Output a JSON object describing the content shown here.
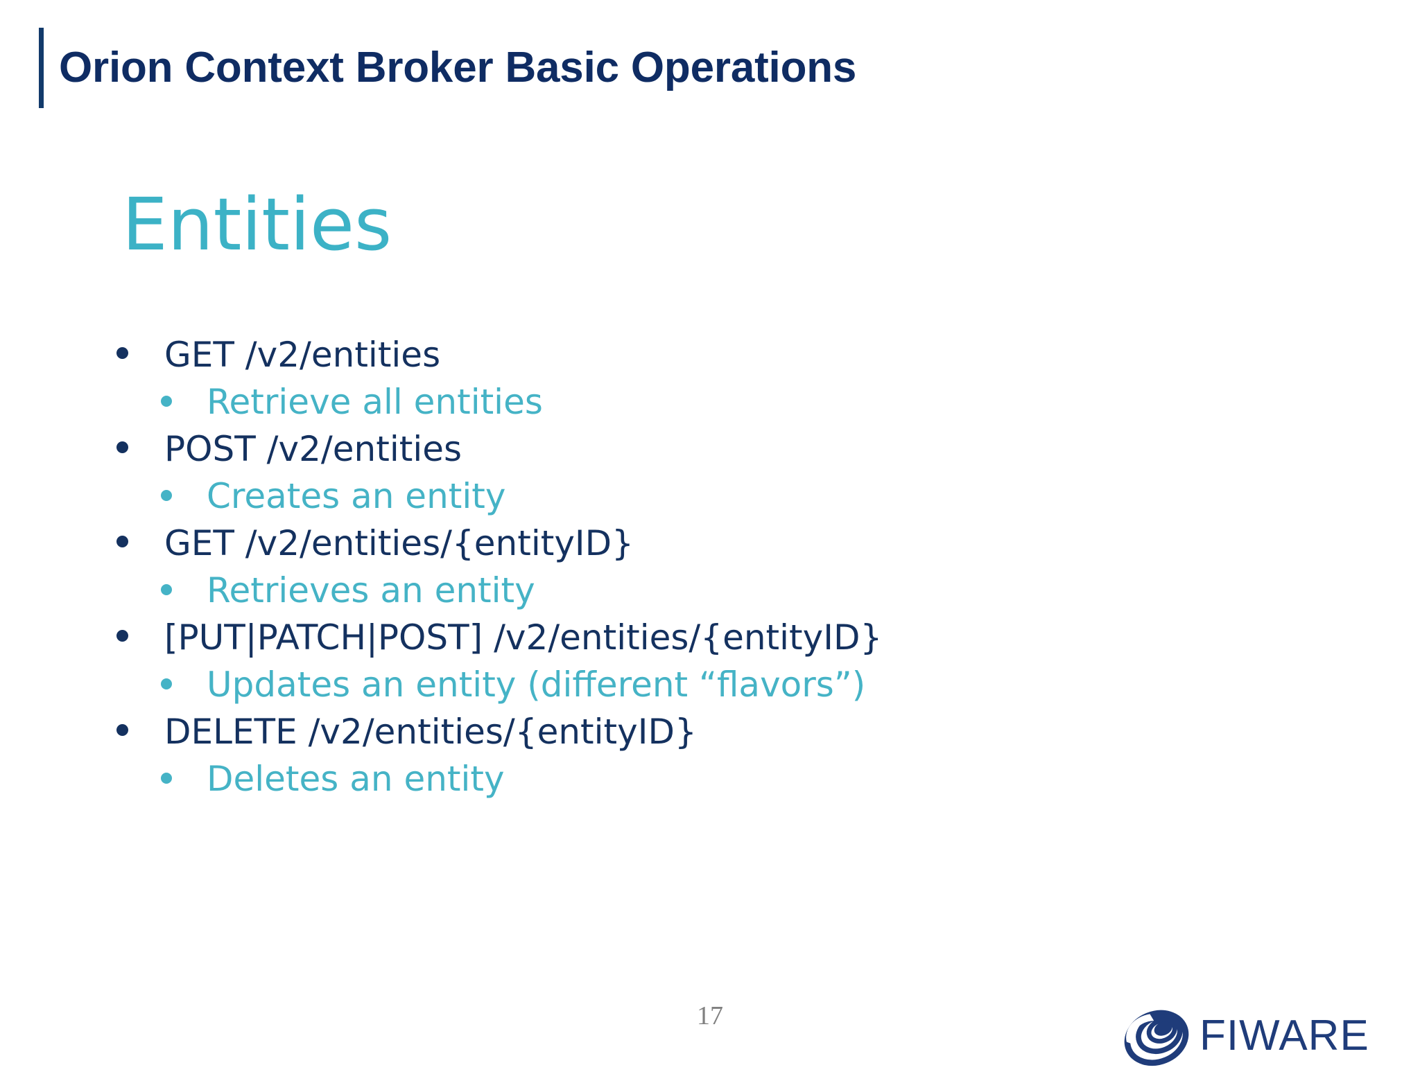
{
  "slide": {
    "title": "Orion Context Broker Basic Operations",
    "section_heading": "Entities",
    "page_number": "17",
    "accent_color": "#123a6b",
    "title_color": "#0f2c63",
    "heading_color": "#3cb2c6",
    "level1_color": "#14315f",
    "level2_color": "#45b3c6",
    "background_color": "#ffffff",
    "page_number_color": "#808080"
  },
  "bullets": [
    {
      "level": 1,
      "text": "GET /v2/entities"
    },
    {
      "level": 2,
      "text": "Retrieve all entities"
    },
    {
      "level": 1,
      "text": "POST /v2/entities"
    },
    {
      "level": 2,
      "text": "Creates an entity"
    },
    {
      "level": 1,
      "text": "GET /v2/entities/{entityID}"
    },
    {
      "level": 2,
      "text": "Retrieves an entity"
    },
    {
      "level": 1,
      "text": "[PUT|PATCH|POST] /v2/entities/{entityID}"
    },
    {
      "level": 2,
      "text": "Updates an entity (different “flavors”)"
    },
    {
      "level": 1,
      "text": "DELETE /v2/entities/{entityID}"
    },
    {
      "level": 2,
      "text": "Deletes an entity"
    }
  ],
  "logo": {
    "wordmark": "FIWARE",
    "mark_name": "fiware-swirl-icon",
    "color": "#1f3c7a"
  }
}
